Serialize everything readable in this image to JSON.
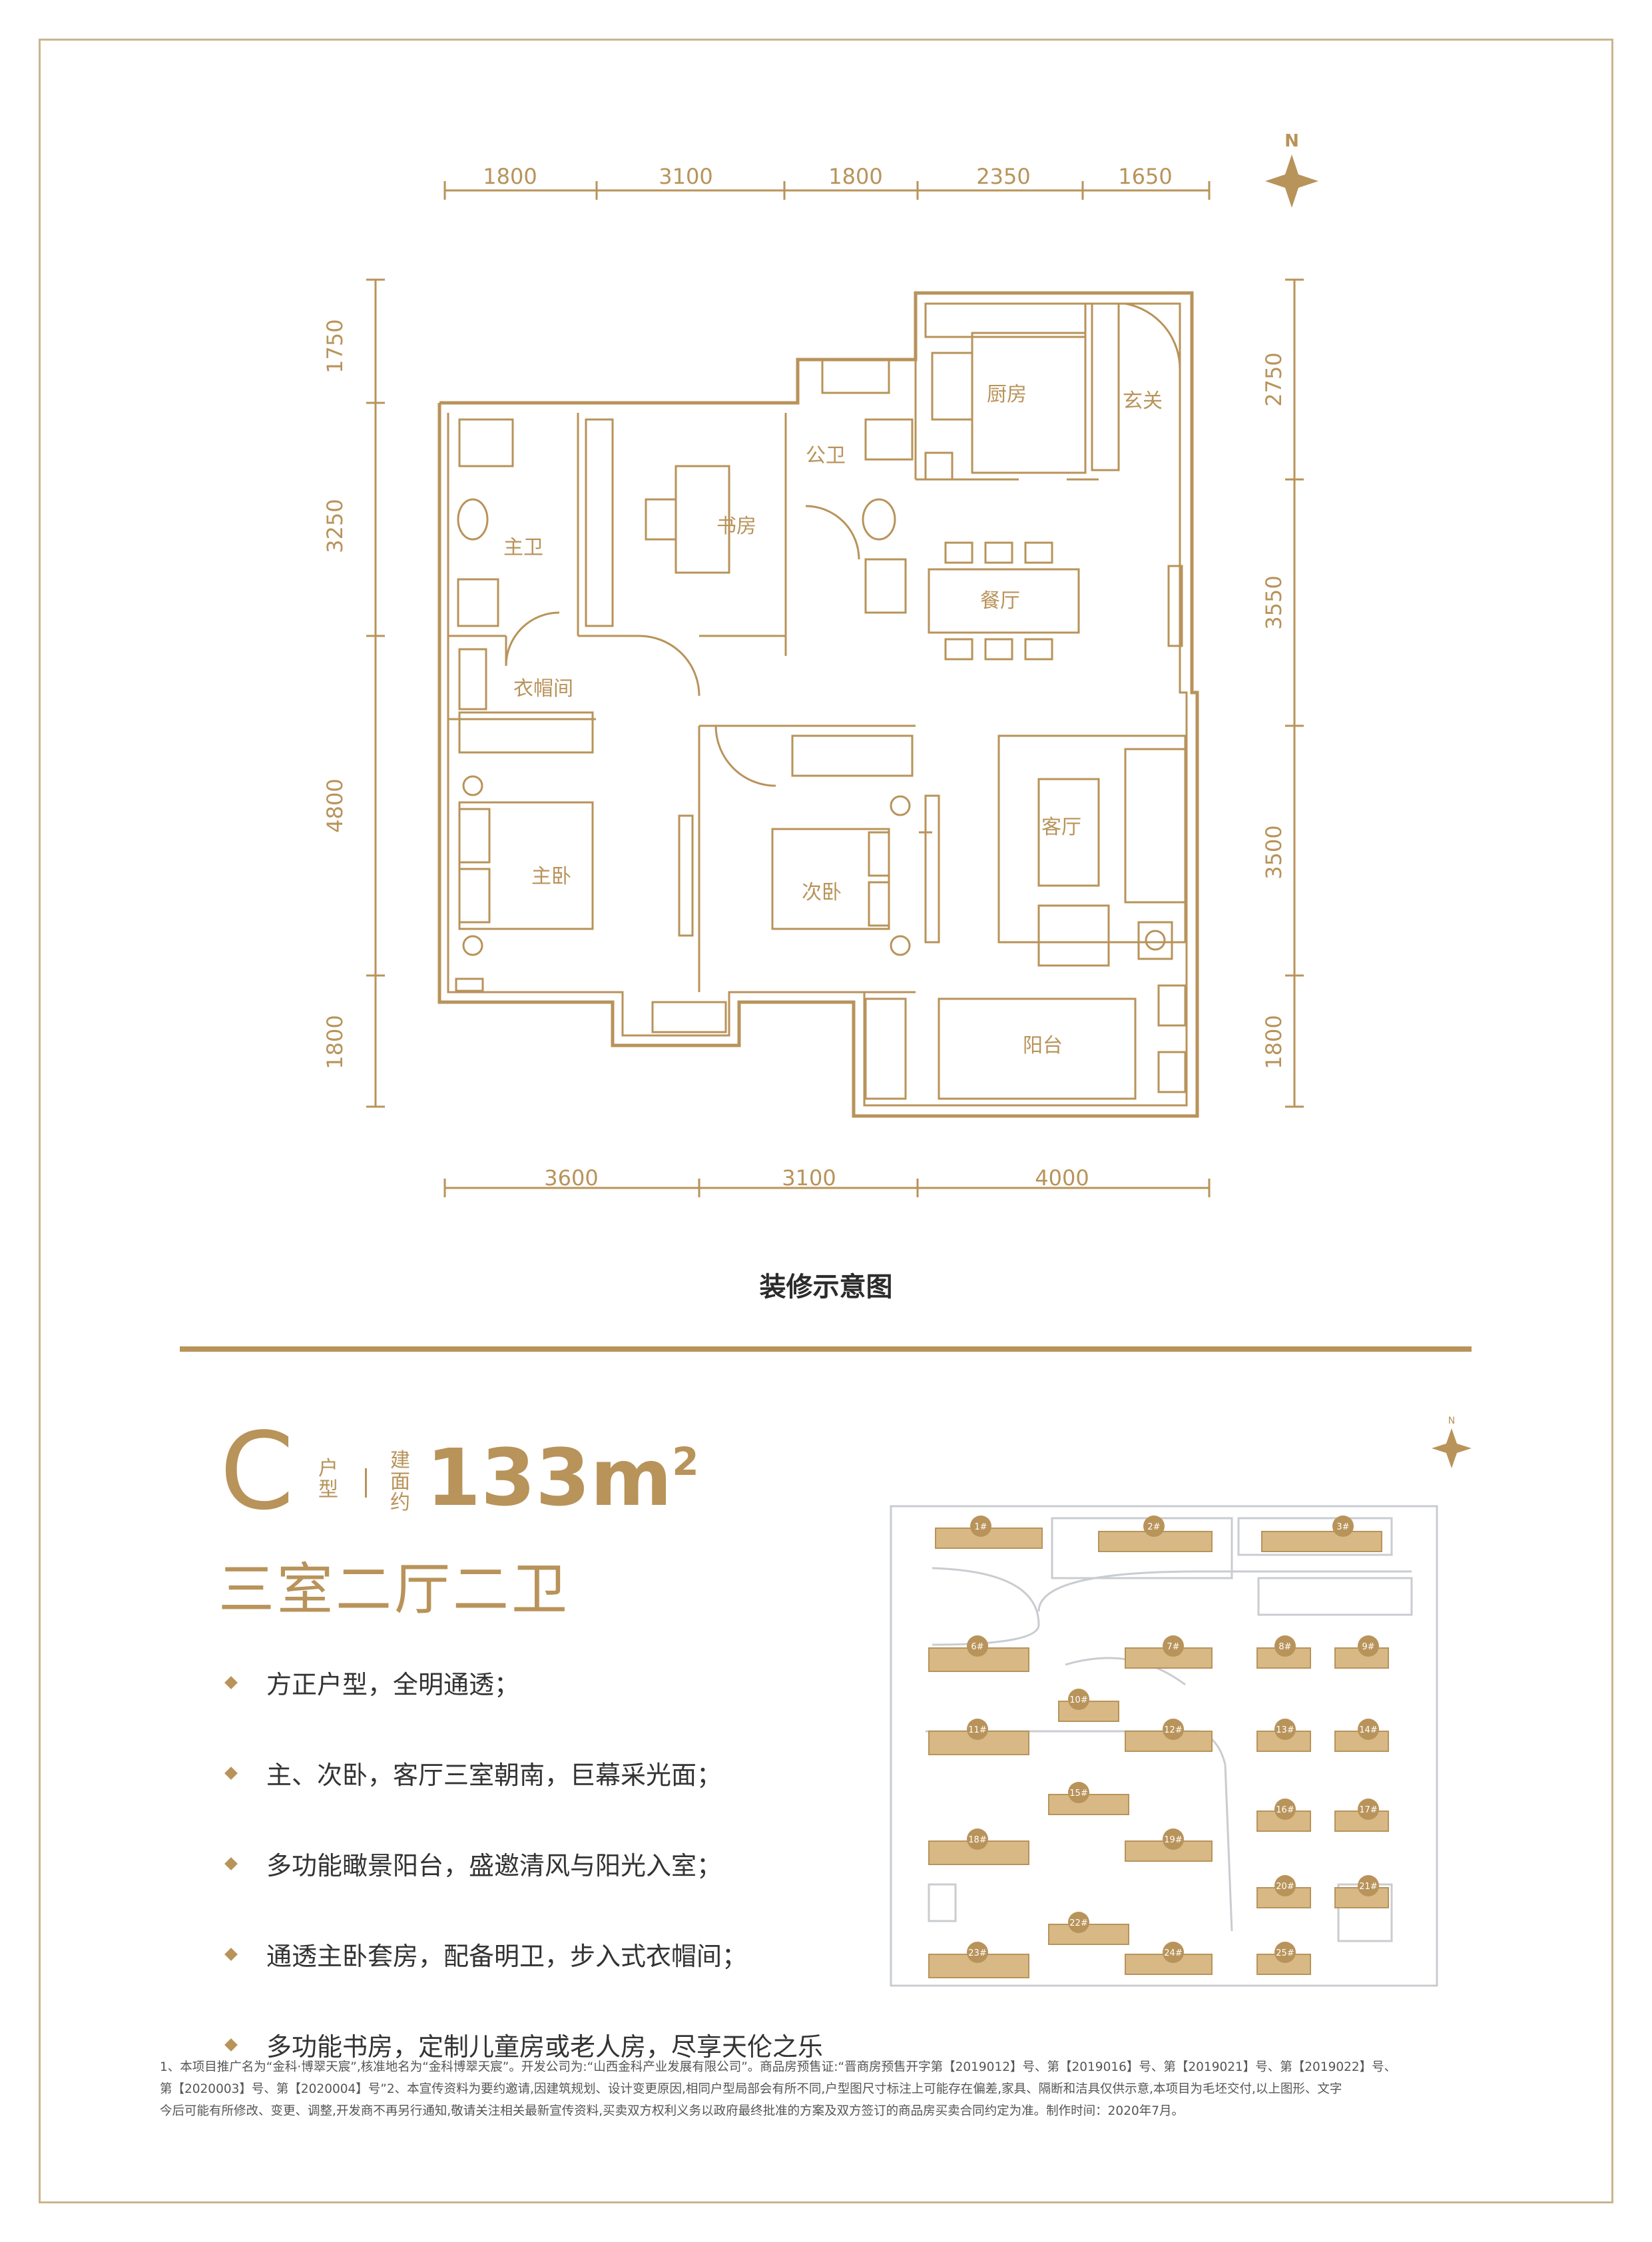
{
  "floorplan": {
    "top_dims": [
      "1800",
      "3100",
      "1800",
      "2350",
      "1650"
    ],
    "bottom_dims": [
      "3600",
      "3100",
      "4000"
    ],
    "left_dims": [
      "1750",
      "3250",
      "4800",
      "1800"
    ],
    "right_dims": [
      "2750",
      "3550",
      "3500",
      "1800"
    ],
    "compass_letter": "N",
    "rooms": {
      "kitchen": "厨房",
      "foyer": "玄关",
      "public_bath": "公卫",
      "study": "书房",
      "master_bath": "主卫",
      "dining": "餐厅",
      "closet": "衣帽间",
      "living": "客厅",
      "master_bedroom": "主卧",
      "second_bedroom": "次卧",
      "balcony": "阳台"
    }
  },
  "caption": "装修示意图",
  "unit_type": {
    "letter": "C",
    "type_label": "户型",
    "area_label": "建面约",
    "area": "133",
    "area_unit": "m",
    "area_sup": "2",
    "layout": "三室二厅二卫"
  },
  "features": [
    "方正户型，全明通透；",
    "主、次卧，客厅三室朝南，巨幕采光面；",
    "多功能瞰景阳台，盛邀清风与阳光入室；",
    "通透主卧套房，配备明卫，步入式衣帽间；",
    "多功能书房，定制儿童房或老人房，尽享天伦之乐"
  ],
  "site_plan": {
    "compass_letter": "N",
    "buildings": [
      "1#",
      "2#",
      "3#",
      "6#",
      "7#",
      "8#",
      "9#",
      "10#",
      "11#",
      "12#",
      "13#",
      "14#",
      "15#",
      "16#",
      "17#",
      "18#",
      "19#",
      "20#",
      "21#",
      "22#",
      "23#",
      "24#",
      "25#"
    ]
  },
  "footnote": [
    "1、本项目推广名为“金科·博翠天宸”,核准地名为“金科博翠天宸”。开发公司为:“山西金科产业发展有限公司”。商品房预售证:“晋商房预售开字第【2019012】号、第【2019016】号、第【2019021】号、第【2019022】号、",
    "第【2020003】号、第【2020004】号”2、本宣传资料为要约邀请,因建筑规划、设计变更原因,相同户型局部会有所不同,户型图尺寸标注上可能存在偏差,家具、隔断和洁具仅供示意,本项目为毛坯交付,以上图形、文字",
    "今后可能有所修改、变更、调整,开发商不再另行通知,敬请关注相关最新宣传资料,买卖双方权利义务以政府最终批准的方案及双方签订的商品房买卖合同约定为准。制作时间：2020年7月。"
  ],
  "colors": {
    "gold": "#b8935a",
    "frame": "#cbb48d",
    "text": "#333333"
  }
}
